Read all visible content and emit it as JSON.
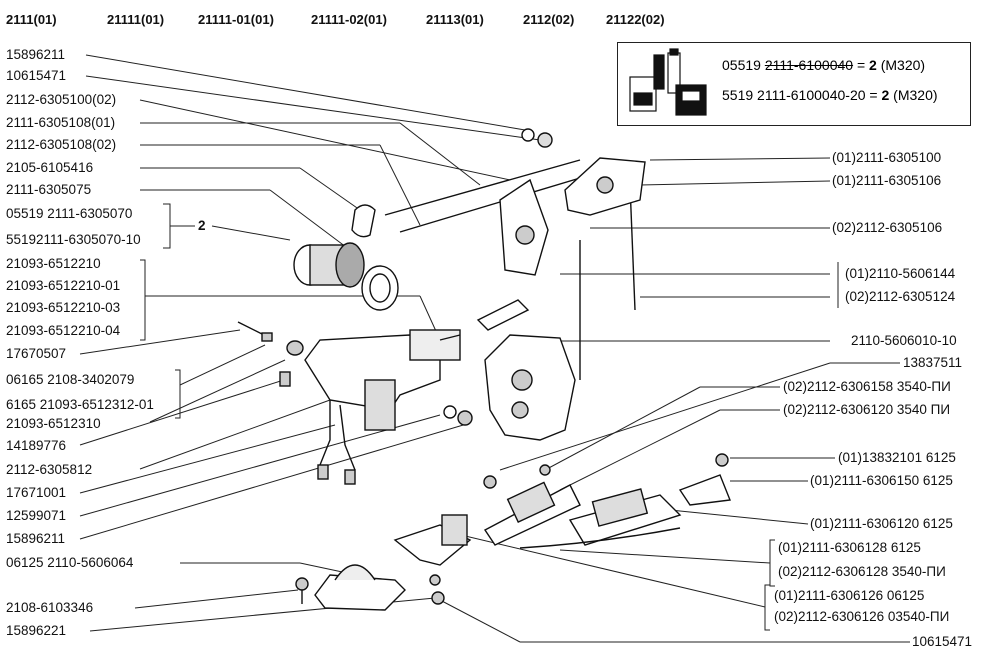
{
  "header": {
    "columns": [
      "2111(01)",
      "21111(01)",
      "21111-01(01)",
      "21111-02(01)",
      "21113(01)",
      "2112(02)",
      "21122(02)"
    ]
  },
  "legend": {
    "line1_prefix": "05519",
    "line1_part": "2111-6100040",
    "line1_eq": "=",
    "line1_qty": "2",
    "line1_suffix": "(M320)",
    "line2_prefix": "5519",
    "line2_part": "2111-6100040-20",
    "line2_eq": "=",
    "line2_qty": "2",
    "line2_suffix": "(M320)"
  },
  "left_labels": [
    "15896211",
    "10615471",
    "2112-6305100(02)",
    "2111-6305108(01)",
    "2112-6305108(02)",
    "2105-6105416",
    "2111-6305075",
    "05519 2111-6305070",
    "55192111-6305070-10",
    "21093-6512210",
    "21093-6512210-01",
    "21093-6512210-03",
    "21093-6512210-04",
    "17670507",
    "06165 2108-3402079",
    "6165 21093-6512312-01",
    "21093-6512310",
    "14189776",
    "2112-6305812",
    "17671001",
    "12599071",
    "15896211",
    "06125 2110-5606064",
    "2108-6103346",
    "15896221"
  ],
  "bracket_qty": "2",
  "right_labels": [
    "(01)2111-6305100",
    "(01)2111-6305106",
    "(02)2112-6305106",
    "(01)2110-5606144",
    "(02)2112-6305124",
    "2110-5606010-10",
    "13837511",
    "(02)2112-6306158 3540-ПИ",
    "(02)2112-6306120 3540 ПИ",
    "(01)13832101 6125",
    "(01)2111-6306150 6125",
    "(01)2111-6306120 6125",
    "(01)2111-6306128 6125",
    "(02)2112-6306128 3540-ПИ",
    "(01)2111-6306126 06125",
    "(02)2112-6306126 03540-ПИ",
    "10615471"
  ]
}
